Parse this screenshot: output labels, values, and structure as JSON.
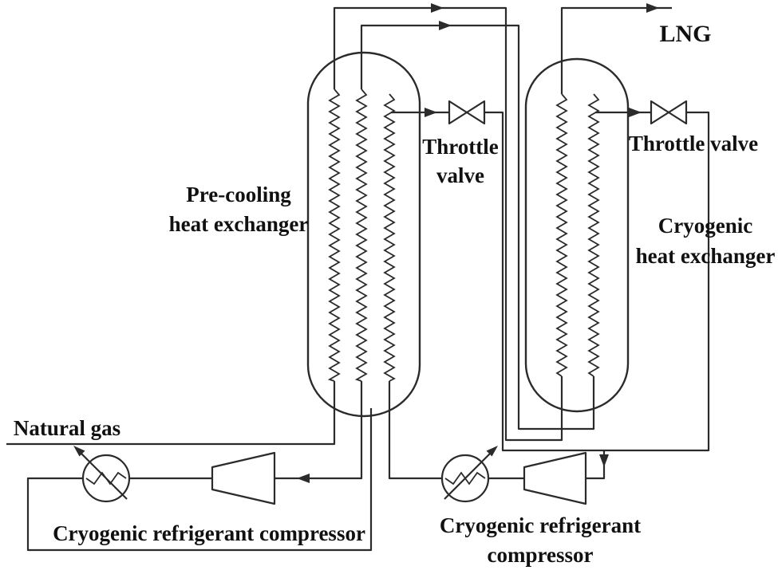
{
  "colors": {
    "line": "#2b2b2b",
    "text": "#111111",
    "background": "#ffffff"
  },
  "labels": {
    "lng": "LNG",
    "natural_gas": "Natural gas",
    "precool_hx_line1": "Pre-cooling",
    "precool_hx_line2": "heat exchanger",
    "cryo_hx_line1": "Cryogenic",
    "cryo_hx_line2": "heat exchanger",
    "throttle_left_line1": "Throttle",
    "throttle_left_line2": "valve",
    "throttle_right": "Throttle valve",
    "compressor_left": "Cryogenic refrigerant compressor",
    "compressor_right_line1": "Cryogenic refrigerant",
    "compressor_right_line2": "compressor"
  }
}
